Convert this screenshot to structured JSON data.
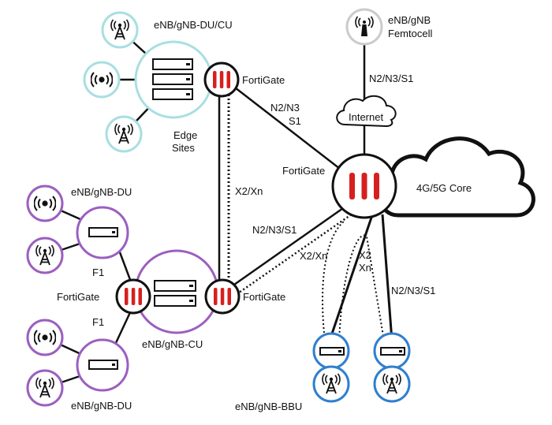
{
  "colors": {
    "edge_teal": "#a8dfe2",
    "du_purple": "#9b5fc0",
    "bbu_blue": "#2f7fcf",
    "femto_gray": "#c9cbcd",
    "fortigate_red": "#d6201f",
    "line": "#111111"
  },
  "labels": {
    "edge_du_cu": "eNB/gNB-DU/CU",
    "edge_fortigate": "FortiGate",
    "edge_sites_line1": "Edge",
    "edge_sites_line2": "Sites",
    "femto_line1": "eNB/gNB",
    "femto_line2": "Femtocell",
    "femto_link": "N2/N3/S1",
    "internet": "Internet",
    "core": "4G/5G Core",
    "core_fortigate": "FortiGate",
    "edge_core_link_line1": "N2/N3",
    "edge_core_link_line2": "S1",
    "x2xn_vertical": "X2/Xn",
    "cu_core_link": "N2/N3/S1",
    "du_top": "eNB/gNB-DU",
    "du_bottom": "eNB/gNB-DU",
    "f1_top": "F1",
    "f1_bottom": "F1",
    "left_fortigate": "FortiGate",
    "cu_fortigate": "FortiGate",
    "cu_label": "eNB/gNB-CU",
    "bbu_x2xn": "X2/Xn",
    "bbu_x2": "X2",
    "bbu_xn": "Xn",
    "bbu_link": "N2/N3/S1",
    "bbu_label": "eNB/gNB-BBU"
  },
  "icons": {
    "antenna": "antenna-tower-icon",
    "radio": "radio-waves-icon",
    "server": "server-icon",
    "firewall": "fortigate-firewall-icon",
    "cloud": "cloud-icon"
  }
}
